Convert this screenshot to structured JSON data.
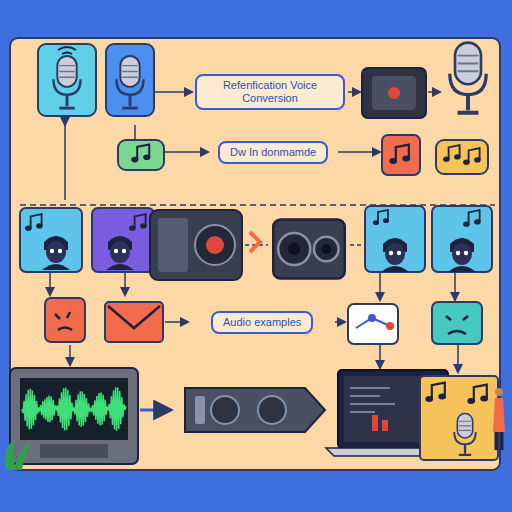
{
  "diagram": {
    "nodes": [
      {
        "text": [
          "Refenfication Voice Conversion"
        ]
      },
      {
        "text": [
          "Dw In donmamde"
        ]
      },
      {
        "text": [
          "Audio examples"
        ]
      }
    ]
  }
}
